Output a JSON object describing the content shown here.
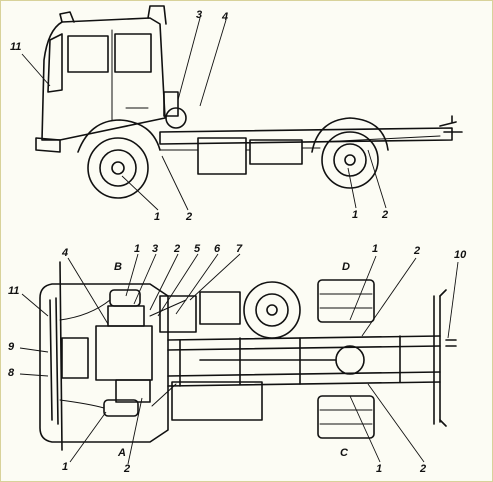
{
  "figure": {
    "side_view": {
      "callouts": [
        {
          "id": "side-3",
          "text": "3"
        },
        {
          "id": "side-4",
          "text": "4"
        },
        {
          "id": "side-11",
          "text": "11"
        },
        {
          "id": "side-1a",
          "text": "1"
        },
        {
          "id": "side-2a",
          "text": "2"
        },
        {
          "id": "side-1b",
          "text": "1"
        },
        {
          "id": "side-2b",
          "text": "2"
        }
      ]
    },
    "top_view": {
      "callouts": [
        {
          "id": "top-4",
          "text": "4"
        },
        {
          "id": "top-1",
          "text": "1"
        },
        {
          "id": "top-3",
          "text": "3"
        },
        {
          "id": "top-2",
          "text": "2"
        },
        {
          "id": "top-5",
          "text": "5"
        },
        {
          "id": "top-6",
          "text": "6"
        },
        {
          "id": "top-7",
          "text": "7"
        },
        {
          "id": "top-B",
          "text": "B"
        },
        {
          "id": "top-11",
          "text": "11"
        },
        {
          "id": "top-9",
          "text": "9"
        },
        {
          "id": "top-8",
          "text": "8"
        },
        {
          "id": "top-1-bl",
          "text": "1"
        },
        {
          "id": "top-A",
          "text": "A"
        },
        {
          "id": "top-2-bl",
          "text": "2"
        },
        {
          "id": "top-D",
          "text": "D"
        },
        {
          "id": "top-1-tr",
          "text": "1"
        },
        {
          "id": "top-2-tr",
          "text": "2"
        },
        {
          "id": "top-10",
          "text": "10"
        },
        {
          "id": "top-C",
          "text": "C"
        },
        {
          "id": "top-1-br",
          "text": "1"
        },
        {
          "id": "top-2-br",
          "text": "2"
        }
      ]
    }
  }
}
